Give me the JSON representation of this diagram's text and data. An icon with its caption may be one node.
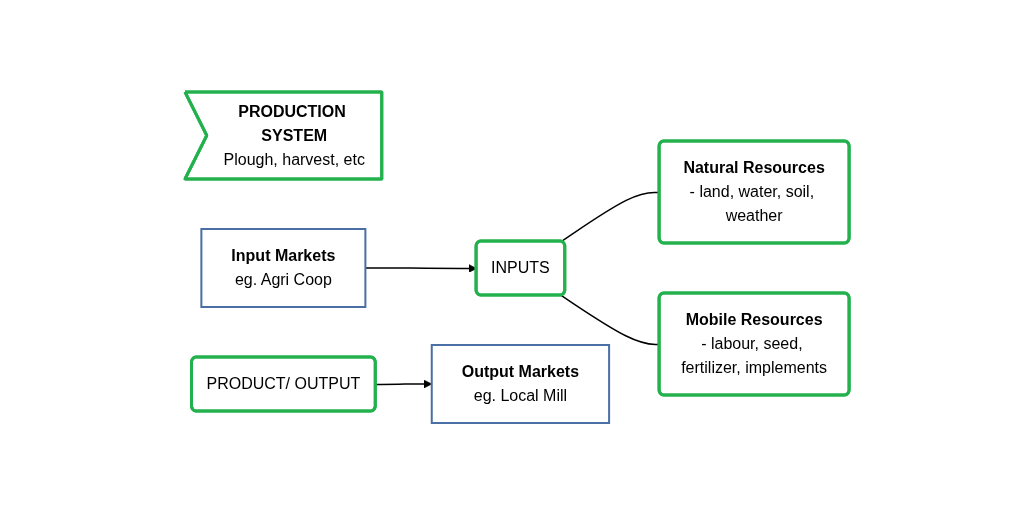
{
  "diagram": {
    "nodes": [
      {
        "text": [
          "INPUTS"
        ]
      },
      {
        "text": [
          "Natural Resources",
          "- land, water, soil, weather"
        ]
      },
      {
        "text": [
          "Mobile Resources",
          "- labour, seed, fertilizer, implements"
        ]
      },
      {
        "text": [
          "PRODUCTION SYSTEM",
          "Plough, harvest, etc"
        ]
      },
      {
        "text": [
          "PRODUCT/ OUTPUT"
        ]
      },
      {
        "text": [
          "Input Markets",
          "eg. Agri Coop"
        ]
      },
      {
        "text": [
          "Output Markets",
          "eg. Local Mill"
        ]
      }
    ],
    "edges": [
      {
        "from": 0,
        "to": 1,
        "arrow": "none"
      },
      {
        "from": 0,
        "to": 2,
        "arrow": "none"
      },
      {
        "from": 5,
        "to": 0,
        "arrow": "to"
      },
      {
        "from": 4,
        "to": 6,
        "arrow": "to"
      }
    ]
  }
}
